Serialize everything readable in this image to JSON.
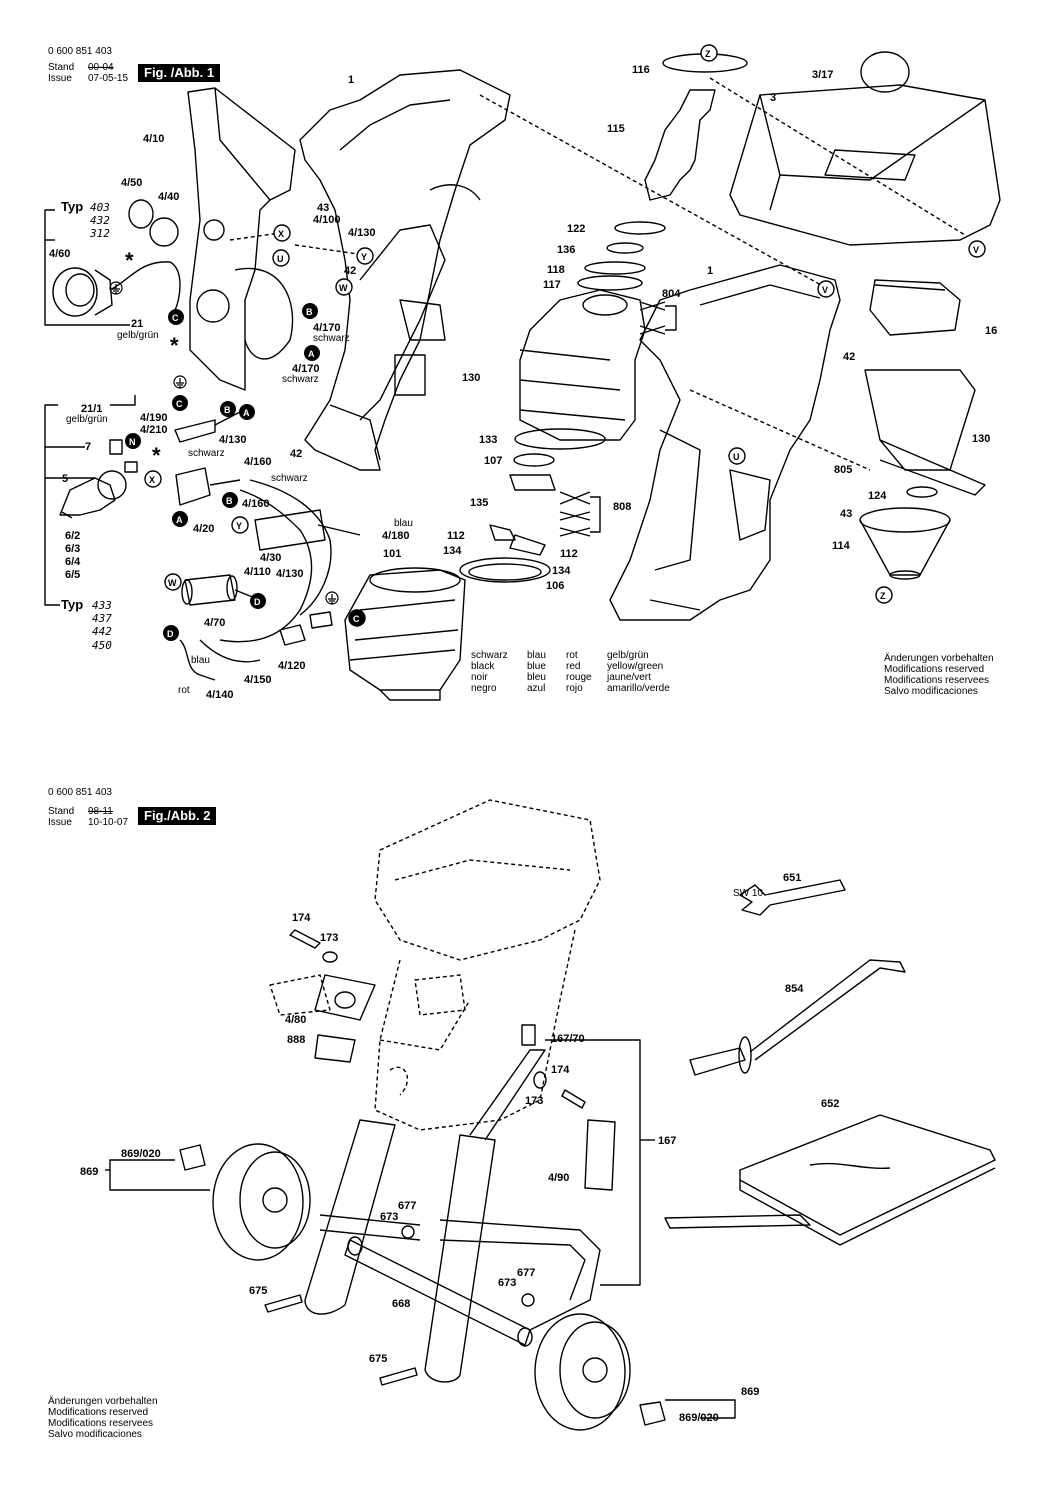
{
  "fig1": {
    "part_no": "0 600 851 403",
    "stand_label": "Stand",
    "issue_label": "Issue",
    "stand_old": "00-04",
    "issue_date": "07-05-15",
    "fig_title": "Fig. /Abb. 1"
  },
  "fig2": {
    "part_no": "0 600 851 403",
    "stand_label": "Stand",
    "issue_label": "Issue",
    "stand_old": "98-11",
    "issue_date": "10-10-07",
    "fig_title": "Fig./Abb. 2"
  },
  "typ_top": {
    "label": "Typ",
    "values": [
      "403",
      "432",
      "312"
    ]
  },
  "typ_bottom": {
    "label": "Typ",
    "values": [
      "433",
      "437",
      "442",
      "450"
    ]
  },
  "fig1_labels": {
    "l1": "1",
    "l4_10": "4/10",
    "l4_50": "4/50",
    "l4_40": "4/40",
    "l4_60": "4/60",
    "l21": "21",
    "gelbgruen": "gelb/grün",
    "l43a": "43",
    "l4_100": "4/100",
    "l4_130a": "4/130",
    "l42a": "42",
    "l4_170a": "4/170",
    "schwarz_a": "schwarz",
    "l4_170b": "4/170",
    "schwarz_b": "schwarz",
    "l21_1": "21/1",
    "gelbgruen_b": "gelb/grün",
    "l7": "7",
    "l5": "5",
    "l6_2": "6/2",
    "l6_3": "6/3",
    "l6_4": "6/4",
    "l6_5": "6/5",
    "l4_190": "4/190",
    "l4_210": "4/210",
    "l4_130b": "4/130",
    "schwarz_c": "schwarz",
    "l42b": "42",
    "l4_160a": "4/160",
    "schwarz_d": "schwarz",
    "l4_160b": "4/160",
    "l4_20": "4/20",
    "blau_a": "blau",
    "l4_180": "4/180",
    "l4_30": "4/30",
    "l4_110": "4/110",
    "l4_130c": "4/130",
    "l4_70": "4/70",
    "blau_b": "blau",
    "l4_120": "4/120",
    "l4_150": "4/150",
    "rot": "rot",
    "l4_140": "4/140",
    "l101": "101",
    "l116": "116",
    "l115": "115",
    "l122": "122",
    "l136": "136",
    "l118": "118",
    "l117": "117",
    "l804": "804",
    "l130a": "130",
    "l133": "133",
    "l107": "107",
    "l135": "135",
    "l808": "808",
    "l112a": "112",
    "l134a": "134",
    "l112b": "112",
    "l134b": "134",
    "l106": "106",
    "l3_17": "3/17",
    "l3": "3",
    "l1b": "1",
    "l16": "16",
    "l42c": "42",
    "l130b": "130",
    "l805": "805",
    "l124": "124",
    "l43b": "43",
    "l114": "114"
  },
  "markers": {
    "z": "Z",
    "v": "V",
    "u": "U",
    "x": "X",
    "y": "Y",
    "w": "W",
    "b": "B",
    "a": "A",
    "c": "C",
    "n": "N",
    "d": "D"
  },
  "color_legend": {
    "de": [
      "schwarz",
      "blau",
      "rot",
      "gelb/grün"
    ],
    "en": [
      "black",
      "blue",
      "red",
      "yellow/green"
    ],
    "fr": [
      "noir",
      "bleu",
      "rouge",
      "jaune/vert"
    ],
    "es": [
      "negro",
      "azul",
      "rojo",
      "amarillo/verde"
    ]
  },
  "modifications": [
    "Änderungen vorbehalten",
    "Modifications reserved",
    "Modifications reservees",
    "Salvo modificaciones"
  ],
  "fig2_labels": {
    "l174a": "174",
    "l173a": "173",
    "l4_80": "4/80",
    "l888": "888",
    "l167_70": "167/70",
    "l174b": "174",
    "l173b": "173",
    "l167": "167",
    "l4_90": "4/90",
    "l869_020a": "869/020",
    "l869a": "869",
    "l677a": "677",
    "l673a": "673",
    "l675a": "675",
    "l668": "668",
    "l673b": "673",
    "l677b": "677",
    "l675b": "675",
    "l869b": "869",
    "l869_020b": "869/020",
    "sw10": "SW 10",
    "l651": "651",
    "l854": "854",
    "l652": "652"
  }
}
